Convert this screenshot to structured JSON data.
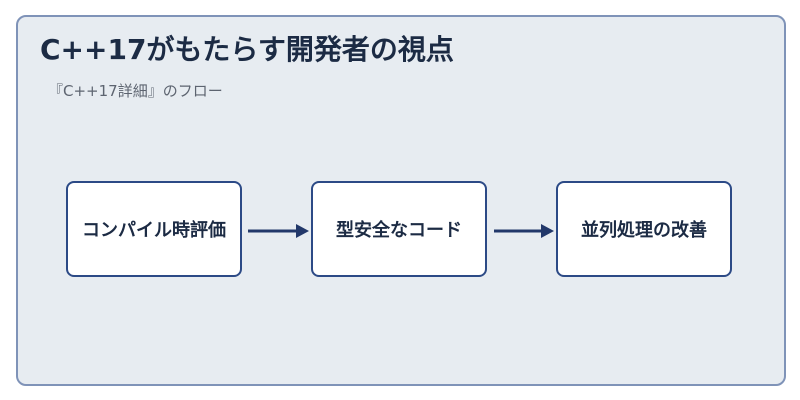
{
  "title": "C++17がもたらす開発者の視点",
  "subtitle": "『C++17詳細』のフロー",
  "flow": {
    "nodes": [
      {
        "label": "コンパイル時評価"
      },
      {
        "label": "型安全なコード"
      },
      {
        "label": "並列処理の改善"
      }
    ],
    "colors": {
      "panel_background": "#e7ecf1",
      "panel_border": "#7f93b8",
      "node_border": "#2c4a86",
      "arrow": "#22386a",
      "title_text": "#1c2b44"
    }
  }
}
